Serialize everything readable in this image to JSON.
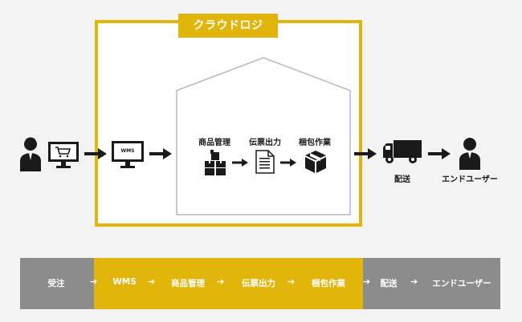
{
  "colors": {
    "accent": "#e2b50a",
    "band_gray": "#8c8c8c",
    "background": "#f3f3f3",
    "ink": "#1a1a1a"
  },
  "brand": {
    "label": "クラウドロジ"
  },
  "top_diagram": {
    "screen_wms_text": "WMS",
    "warehouse_steps": [
      {
        "label": "商品管理",
        "icon": "boxes-icon"
      },
      {
        "label": "伝票出力",
        "icon": "document-icon"
      },
      {
        "label": "梱包作業",
        "icon": "package-icon"
      }
    ],
    "delivery_label": "配送",
    "end_user_label": "エンドユーザー"
  },
  "flow": {
    "items": [
      "受注",
      "WMS",
      "商品管理",
      "伝票出力",
      "梱包作業",
      "配送",
      "エンドユーザー"
    ],
    "arrow": "➔"
  }
}
